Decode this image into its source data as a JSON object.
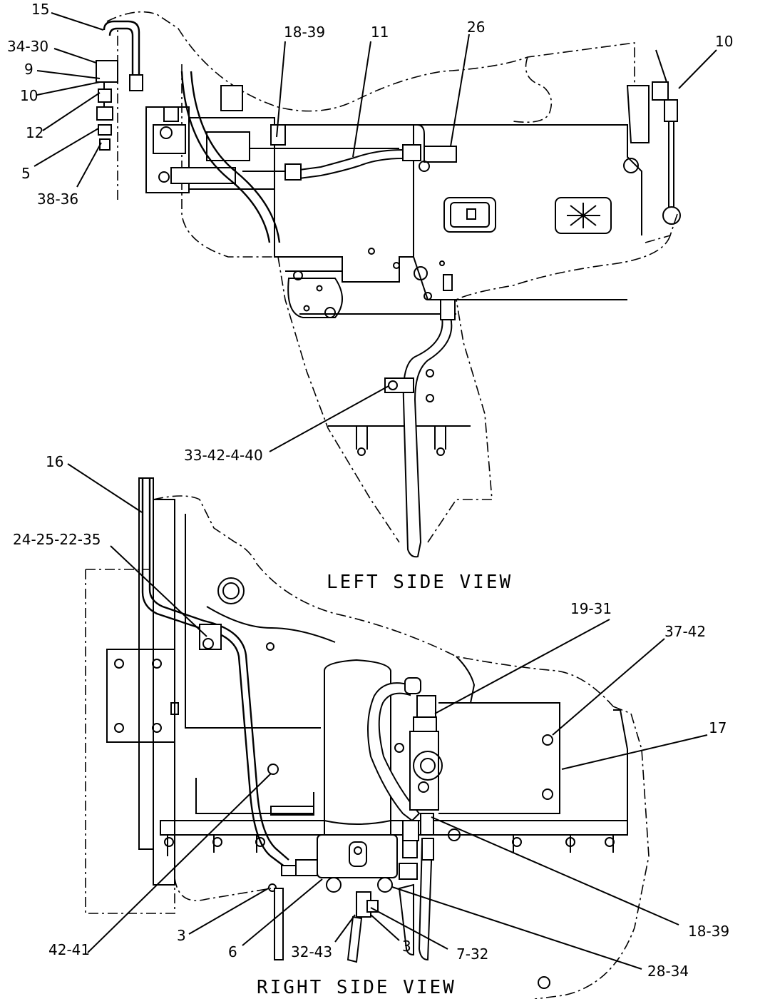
{
  "views": {
    "left_title": "LEFT SIDE VIEW",
    "right_title": "RIGHT SIDE VIEW"
  },
  "callouts": {
    "l15": "15",
    "l34_30": "34-30",
    "l9": "9",
    "l10a": "10",
    "l12": "12",
    "l5": "5",
    "l38_36": "38-36",
    "l18_39a": "18-39",
    "l11": "11",
    "l26": "26",
    "l10b": "10",
    "l33_42_4_40": "33-42-4-40",
    "l16": "16",
    "l24_25_22_35": "24-25-22-35",
    "l19_31": "19-31",
    "l37_42": "37-42",
    "l17": "17",
    "l18_39b": "18-39",
    "l42_41": "42-41",
    "l3a": "3",
    "l6": "6",
    "l32_43": "32-43",
    "l3b": "3",
    "l7_32": "7-32",
    "l28_34": "28-34"
  }
}
